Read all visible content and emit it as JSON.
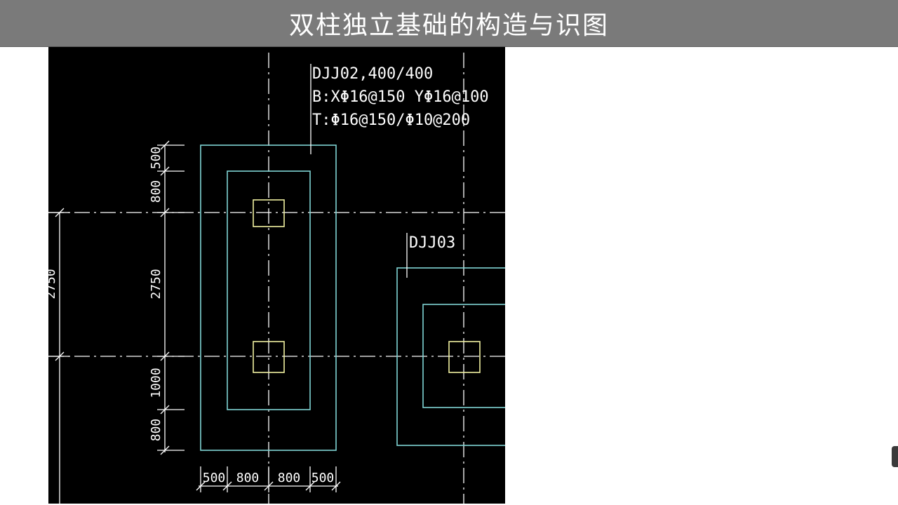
{
  "title": "双柱独立基础的构造与识图",
  "foundation_main": {
    "label_line1": "DJJ02,400/400",
    "label_line2": "B:XΦ16@150 YΦ16@100",
    "label_line3": "T:Φ16@150/Φ10@200"
  },
  "foundation_side": {
    "label": "DJJ03"
  },
  "vertical_dims": [
    "500",
    "800",
    "2750",
    "1000",
    "800"
  ],
  "left_dim": "2750",
  "horizontal_dims": [
    "500",
    "800",
    "800",
    "500"
  ],
  "colors": {
    "background": "#000000",
    "outline": "#7fd4d4",
    "column": "#f0f0a0",
    "lines": "#ffffff",
    "title_bar": "#7a7a7a"
  }
}
